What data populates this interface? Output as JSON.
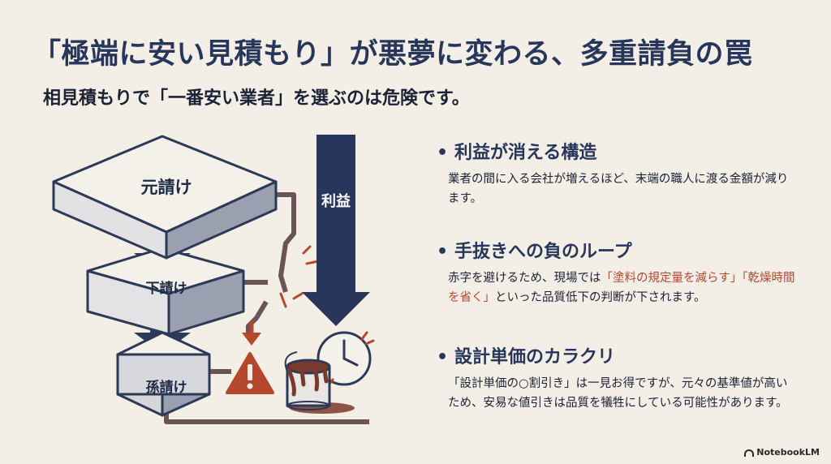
{
  "header": {
    "title": "「極端に安い見積もり」が悪夢に変わる、多重請負の罠",
    "subtitle": "相見積もりで「一番安い業者」を選ぶのは危険です。"
  },
  "diagram": {
    "tiers": [
      {
        "label": "元請け"
      },
      {
        "label": "下請け"
      },
      {
        "label": "孫請け"
      }
    ],
    "profit_arrow_label": "利益"
  },
  "bullets": [
    {
      "heading": "利益が消える構造",
      "body": [
        {
          "text": "業者の間に入る会社が増えるほど、末端の職人に渡る金額が減ります。",
          "highlight": false
        }
      ]
    },
    {
      "heading": "手抜きへの負のループ",
      "body": [
        {
          "text": "赤字を避けるため、現場では",
          "highlight": false
        },
        {
          "text": "「塗料の規定量を減らす」「乾燥時間を省く」",
          "highlight": true
        },
        {
          "text": "といった品質低下の判断が下されます。",
          "highlight": false
        }
      ]
    },
    {
      "heading": "設計単価のカラクリ",
      "body": [
        {
          "text": "「設計単価の○割引き」は一見お得ですが、元々の基準値が高いため、安易な値引きは品質を犠牲にしている可能性があります。",
          "highlight": false
        }
      ]
    }
  ],
  "footer": {
    "brand": "NotebookLM"
  },
  "colors": {
    "navy": "#27365a",
    "rust": "#b5472f",
    "background": "#f3efe6"
  }
}
